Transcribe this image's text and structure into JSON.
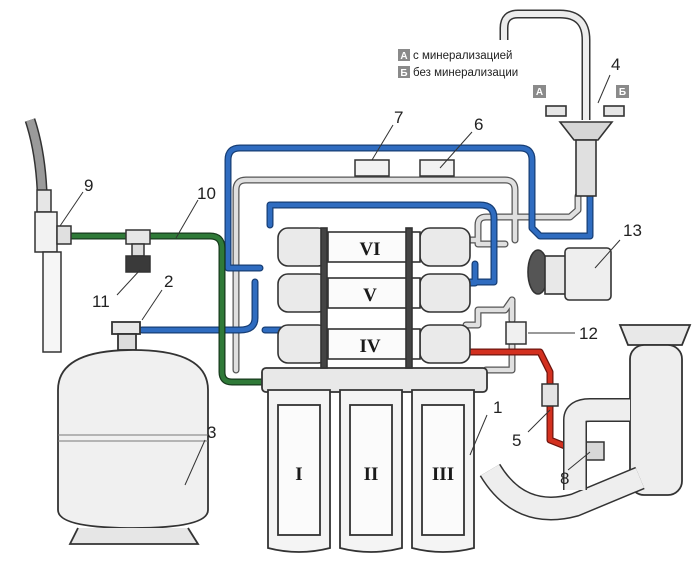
{
  "colors": {
    "blue_tube": "#1f5aa6",
    "green_tube": "#2d6b35",
    "red_tube": "#c42a1e",
    "grey_tube": "#d8d8d8",
    "outline": "#333333",
    "key_box": "#8a8a8a"
  },
  "legend": {
    "a_key": "А",
    "a_text": "с минерализацией",
    "b_key": "Б",
    "b_text": "без минерализации"
  },
  "faucet_keys": {
    "left": "А",
    "right": "Б"
  },
  "stages": {
    "s1": "I",
    "s2": "II",
    "s3": "III",
    "s4": "IV",
    "s5": "V",
    "s6": "VI"
  },
  "callouts": {
    "n1": "1",
    "n2": "2",
    "n3": "3",
    "n4": "4",
    "n5": "5",
    "n6": "6",
    "n7": "7",
    "n8": "8",
    "n9": "9",
    "n10": "10",
    "n11": "11",
    "n12": "12",
    "n13": "13"
  }
}
